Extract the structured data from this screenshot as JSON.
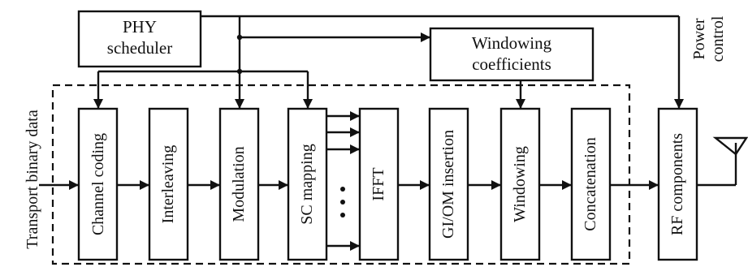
{
  "diagram": {
    "input_label": "Transport binary data",
    "scheduler_label": [
      "PHY",
      "scheduler"
    ],
    "windowing_coeff_label": [
      "Windowing",
      "coefficients"
    ],
    "power_control_label": [
      "Power",
      "control"
    ],
    "ellipsis": "•\n•\n•",
    "blocks": {
      "channel_coding": "Channel coding",
      "interleaving": "Interleaving",
      "modulation": "Modulation",
      "sc_mapping": "SC mapping",
      "ifft": "IFFT",
      "gi_om_insertion": "GI/OM insertion",
      "windowing": "Windowing",
      "concatenation": "Concatenation",
      "rf_components": "RF components"
    }
  }
}
